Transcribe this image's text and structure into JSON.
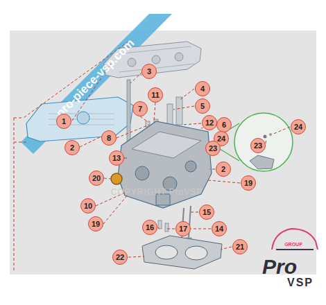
{
  "diagram": {
    "labels": [
      "pro-piece-vsp.com",
      "1",
      "3",
      "2",
      "11",
      "7",
      "4",
      "5",
      "12",
      "8",
      "6",
      "24",
      "24",
      "23",
      "13",
      "23",
      "20",
      "2",
      "19",
      "10",
      "19",
      "16",
      "17",
      "15",
      "14",
      "21",
      "22",
      "COPYRIGHT",
      "ProVSP",
      "GROUP",
      "Pro",
      "VSP"
    ]
  }
}
